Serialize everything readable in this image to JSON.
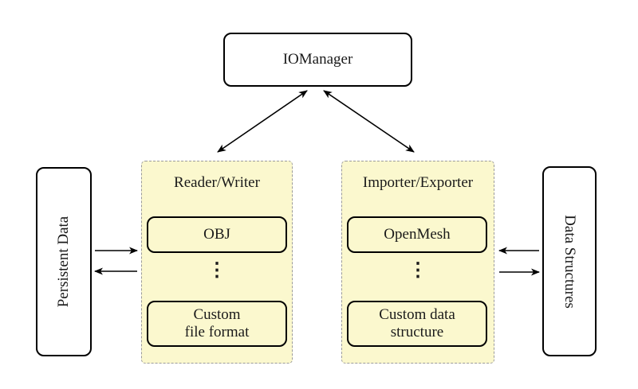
{
  "colors": {
    "background": "#ffffff",
    "group_fill": "#fbf8ce",
    "group_border": "#9b9b9b",
    "box_fill": "#ffffff",
    "box_border": "#000000",
    "arrow": "#000000",
    "text": "#1a1a1a"
  },
  "nodes": {
    "io_manager": {
      "label": "IOManager"
    },
    "persistent_data": {
      "label": "Persistent Data"
    },
    "data_structures": {
      "label": "Data Structures"
    },
    "reader_writer": {
      "title": "Reader/Writer",
      "ellipsis": "⋮",
      "items": [
        {
          "label": "OBJ",
          "lines": [
            "OBJ",
            ""
          ]
        },
        {
          "label": "Custom file format",
          "lines": [
            "Custom",
            "file format"
          ]
        }
      ]
    },
    "importer_exporter": {
      "title": "Importer/Exporter",
      "ellipsis": "⋮",
      "items": [
        {
          "label": "OpenMesh",
          "lines": [
            "OpenMesh",
            ""
          ]
        },
        {
          "label": "Custom data structure",
          "lines": [
            "Custom data",
            "structure"
          ]
        }
      ]
    }
  },
  "edges": [
    {
      "from": "io_manager",
      "to": "reader_writer",
      "bidirectional": true
    },
    {
      "from": "io_manager",
      "to": "importer_exporter",
      "bidirectional": true
    },
    {
      "from": "persistent_data",
      "to": "reader_writer",
      "bidirectional": false
    },
    {
      "from": "reader_writer",
      "to": "persistent_data",
      "bidirectional": false
    },
    {
      "from": "data_structures",
      "to": "importer_exporter",
      "bidirectional": false
    },
    {
      "from": "importer_exporter",
      "to": "data_structures",
      "bidirectional": false
    }
  ]
}
